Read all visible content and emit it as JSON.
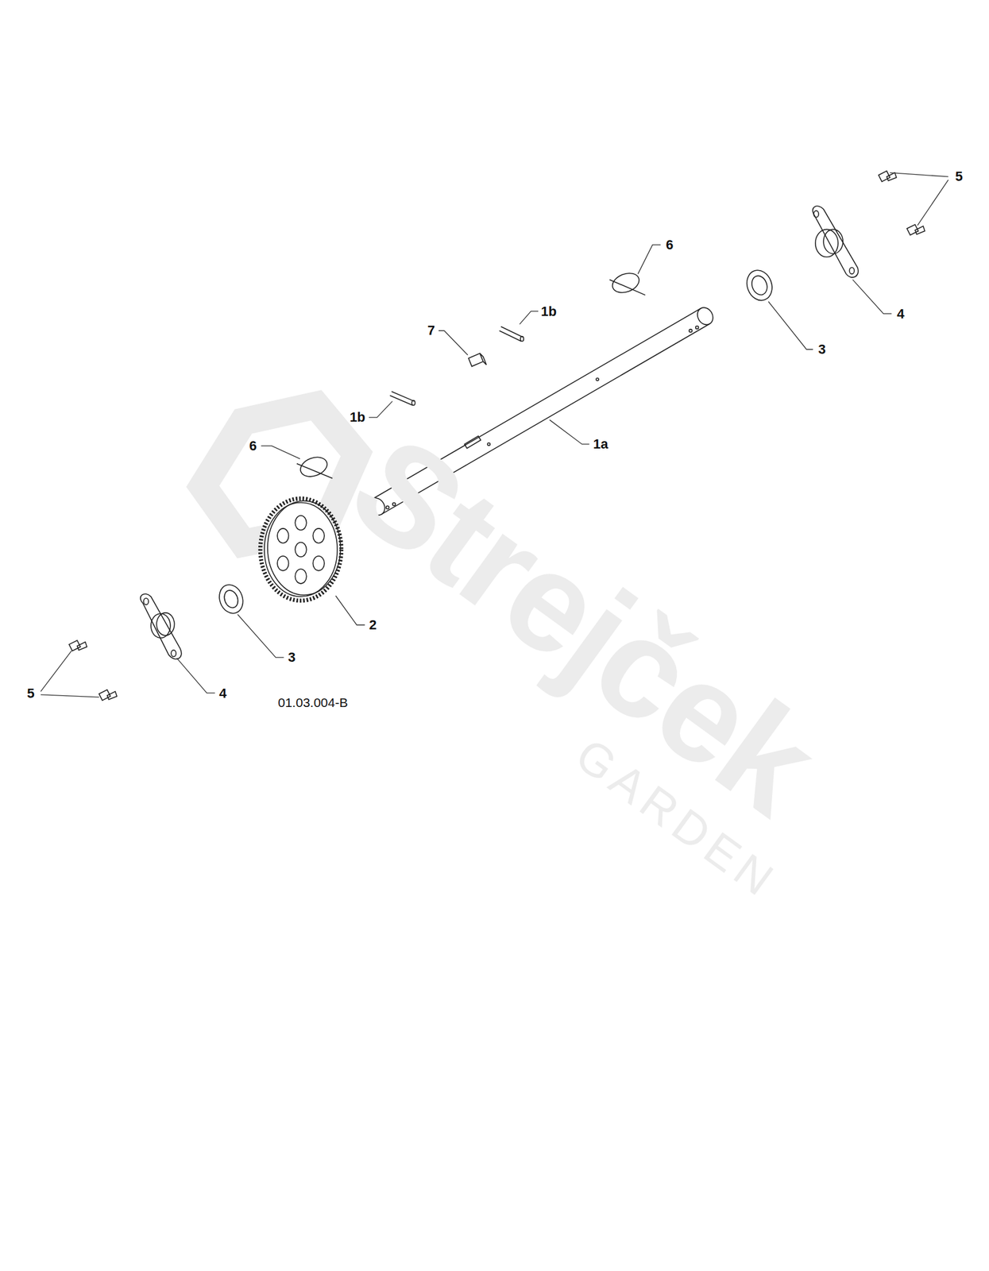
{
  "diagram": {
    "labels": [
      "5",
      "6",
      "1b",
      "7",
      "4",
      "3",
      "1b",
      "1a",
      "6",
      "2",
      "3",
      "5",
      "4",
      "01.03.004-B",
      "Strejček",
      "GARDEN"
    ]
  }
}
